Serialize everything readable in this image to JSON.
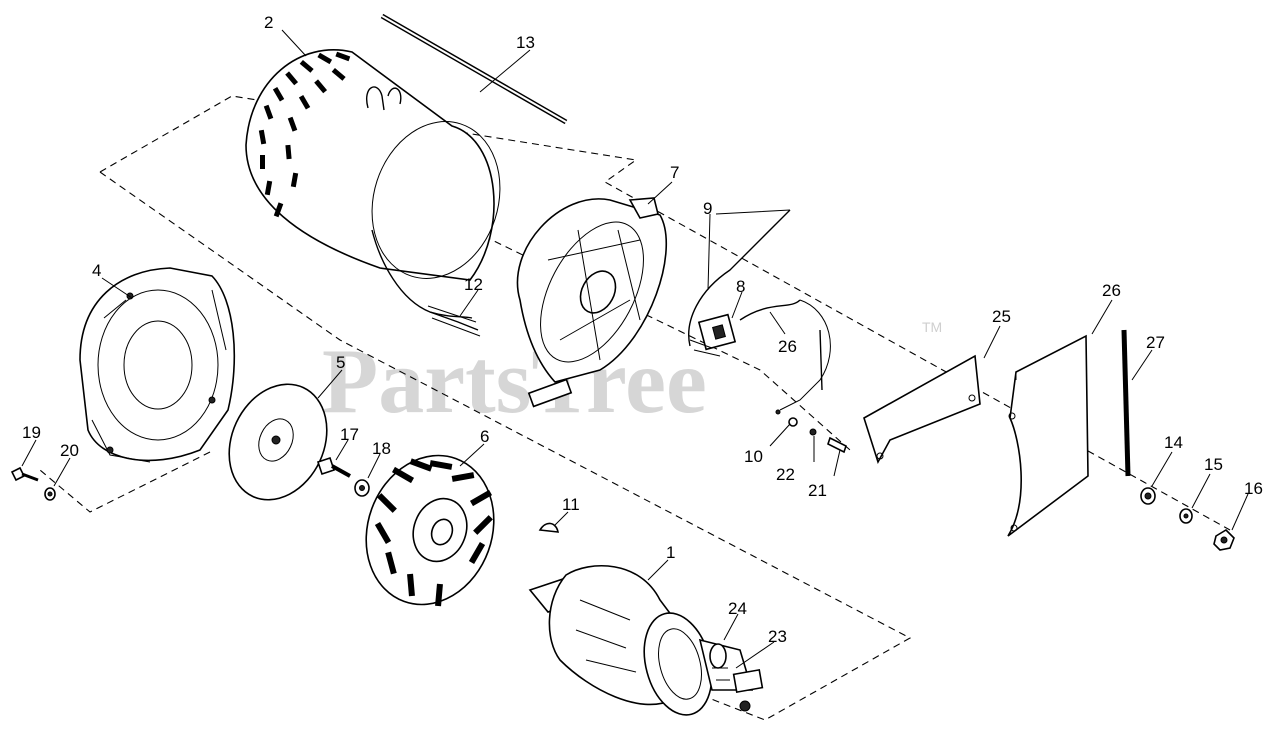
{
  "watermark": {
    "text": "PartsTree",
    "trademark": "TM"
  },
  "callouts": [
    {
      "id": "c1",
      "text": "1"
    },
    {
      "id": "c2",
      "text": "2"
    },
    {
      "id": "c4",
      "text": "4"
    },
    {
      "id": "c5",
      "text": "5"
    },
    {
      "id": "c6",
      "text": "6"
    },
    {
      "id": "c7",
      "text": "7"
    },
    {
      "id": "c8",
      "text": "8"
    },
    {
      "id": "c9",
      "text": "9"
    },
    {
      "id": "c10",
      "text": "10"
    },
    {
      "id": "c11",
      "text": "11"
    },
    {
      "id": "c12",
      "text": "12"
    },
    {
      "id": "c13",
      "text": "13"
    },
    {
      "id": "c14",
      "text": "14"
    },
    {
      "id": "c15",
      "text": "15"
    },
    {
      "id": "c16",
      "text": "16"
    },
    {
      "id": "c17",
      "text": "17"
    },
    {
      "id": "c18",
      "text": "18"
    },
    {
      "id": "c19",
      "text": "19"
    },
    {
      "id": "c20",
      "text": "20"
    },
    {
      "id": "c21",
      "text": "21"
    },
    {
      "id": "c22",
      "text": "22"
    },
    {
      "id": "c23",
      "text": "23"
    },
    {
      "id": "c24",
      "text": "24"
    },
    {
      "id": "c25",
      "text": "25"
    },
    {
      "id": "c26a",
      "text": "26"
    },
    {
      "id": "c26b",
      "text": "26"
    },
    {
      "id": "c27",
      "text": "27"
    }
  ]
}
